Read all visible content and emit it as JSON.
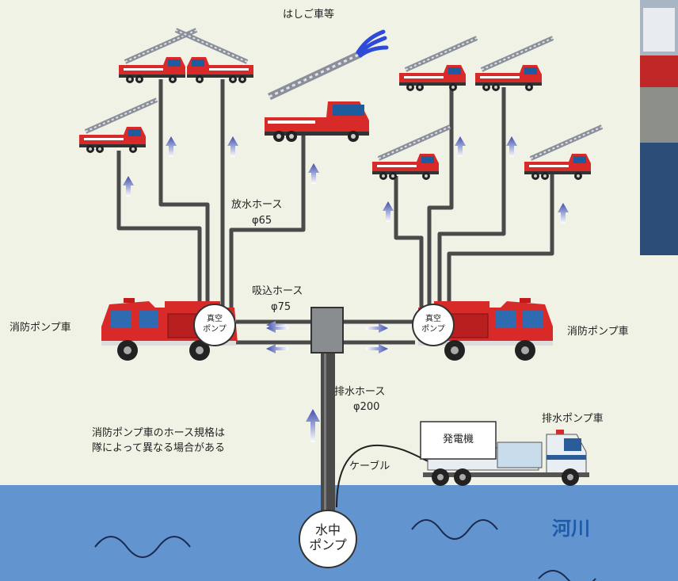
{
  "labels": {
    "ladder_trucks": "はしご車等",
    "discharge_hose": "放水ホース",
    "discharge_diameter": "φ65",
    "suction_hose": "吸込ホース",
    "suction_diameter": "φ75",
    "pump_truck_left": "消防ポンプ車",
    "pump_truck_right": "消防ポンプ車",
    "vacuum_pump_left": "真空\nポンプ",
    "vacuum_pump_right": "真空\nポンプ",
    "drain_hose": "排水ホース",
    "drain_diameter": "φ200",
    "note_line1": "消防ポンプ車のホース規格は",
    "note_line2": "隊によって異なる場合がある",
    "drain_pump_truck": "排水ポンプ車",
    "generator": "発電機",
    "cable": "ケーブル",
    "submersible_pump": "水中\nポンプ",
    "river": "河川"
  },
  "colors": {
    "background": "#f1f2e6",
    "river": "#5b8fcd",
    "hose": "#4a4a4a",
    "truck_red": "#d92a2a",
    "arrow_blue": "#3f4fb0",
    "river_label": "#1e5aa8"
  }
}
